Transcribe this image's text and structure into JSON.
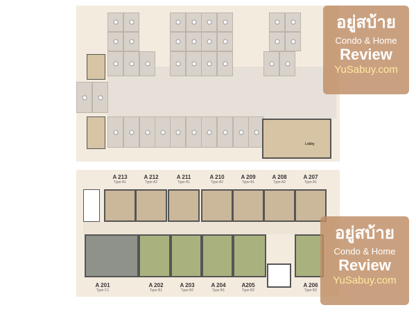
{
  "top_plan": {
    "lobby_label": "Lobby"
  },
  "units_top": [
    {
      "name": "A 213",
      "type": "Type A1"
    },
    {
      "name": "A 212",
      "type": "Type A2"
    },
    {
      "name": "A 211",
      "type": "Type A1"
    },
    {
      "name": "A 210",
      "type": "Type A2"
    },
    {
      "name": "A 209",
      "type": "Type A1"
    },
    {
      "name": "A 208",
      "type": "Type A2"
    },
    {
      "name": "A 207",
      "type": "Type A1"
    }
  ],
  "units_bottom": [
    {
      "name": "A 201",
      "type": "Type C1"
    },
    {
      "name": "A 202",
      "type": "Type B1"
    },
    {
      "name": "A 203",
      "type": "Type B2"
    },
    {
      "name": "A 204",
      "type": "Type B1"
    },
    {
      "name": "A205",
      "type": "Type B2"
    },
    {
      "name": "A 206",
      "type": "Type B2"
    }
  ],
  "watermark": {
    "thai": "อยู่สบ้าย",
    "line1": "Condo & Home",
    "line2": "Review",
    "site": "YuSabuy.com"
  },
  "colors": {
    "unit_a": "#cbb79a",
    "unit_b": "#a9b27f",
    "unit_c": "#8f918b"
  }
}
